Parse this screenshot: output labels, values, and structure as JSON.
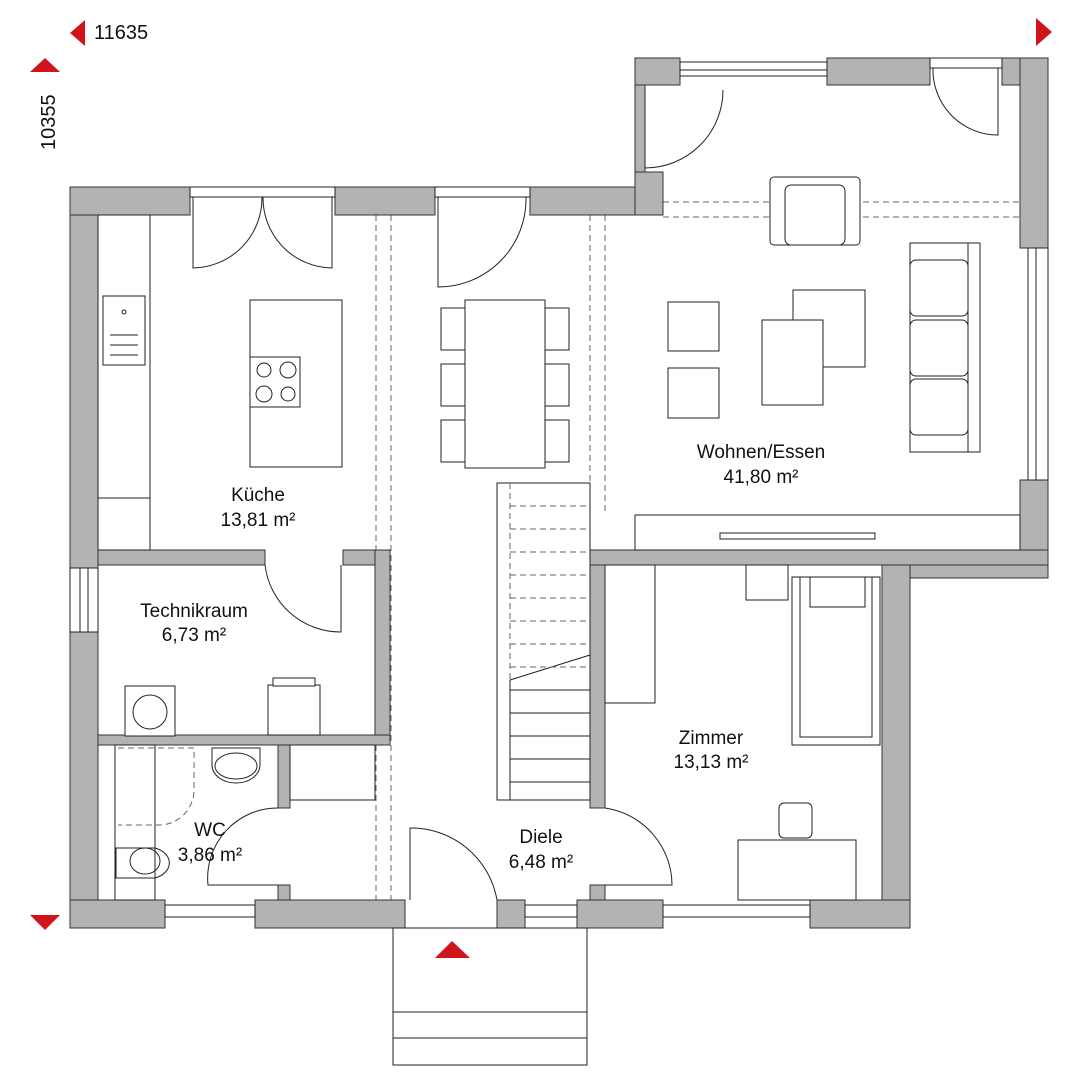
{
  "dimensions": {
    "width_mm": "11635",
    "depth_mm": "10355"
  },
  "colors": {
    "marker": "#d0141c",
    "wall": "#b3b3b3"
  },
  "rooms": [
    {
      "name": "Küche",
      "area": "13,81 m²"
    },
    {
      "name": "Technikraum",
      "area": "6,73 m²"
    },
    {
      "name": "WC",
      "area": "3,86 m²"
    },
    {
      "name": "Diele",
      "area": "6,48 m²"
    },
    {
      "name": "Zimmer",
      "area": "13,13 m²"
    },
    {
      "name": "Wohnen/Essen",
      "area": "41,80 m²"
    }
  ]
}
